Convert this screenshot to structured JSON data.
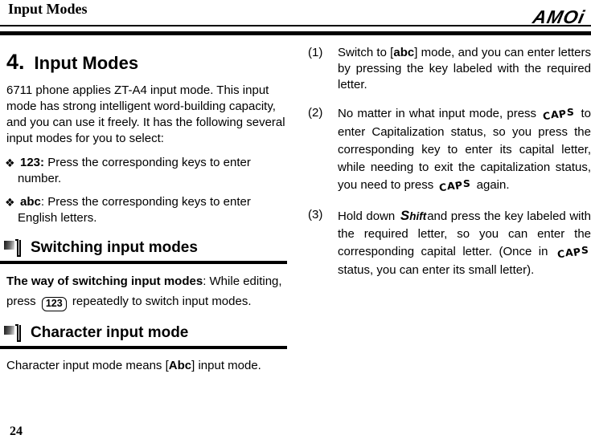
{
  "header": {
    "title": "Input Modes",
    "logo_text": "AMOi"
  },
  "left": {
    "chapter_number": "4.",
    "chapter_title": "Input Modes",
    "intro": "6711 phone applies ZT-A4 input mode. This input mode has strong intelligent word-building capacity, and you can use it freely. It has the following several input modes for you to select:",
    "bullets": [
      {
        "marker": "❖",
        "term": "123:",
        "text": " Press the corresponding keys to enter number."
      },
      {
        "marker": "❖",
        "term": "abc",
        "text": ": Press the corresponding keys to enter English letters."
      }
    ],
    "sections": [
      {
        "title": "Switching input modes"
      },
      {
        "title": "Character input mode"
      }
    ],
    "switching_para": {
      "bold": "The way of switching input modes",
      "mid": ": While editing, press ",
      "tail": " repeatedly to switch input modes."
    },
    "character_para": {
      "lead": "Character input mode means [",
      "bold": "Abc",
      "tail": "] input mode."
    }
  },
  "right": {
    "item1": {
      "num": "(1)",
      "t1": "Switch to [",
      "b1": "abc",
      "t2": "] mode, and you can enter letters by pressing the key labeled with the required letter."
    },
    "item2": {
      "num": "(2)",
      "t1": "No matter in what input mode, press ",
      "t2": " to enter Capitalization status, so you press the corresponding key to enter its capital letter, while needing to exit the capitalization status, you need to press ",
      "t3": " again."
    },
    "item3": {
      "num": "(3)",
      "t1": "Hold down ",
      "t2": "and press the key labeled with the required letter, so you can enter the corresponding capital letter. (Once in ",
      "t3": "status, you can enter its small letter)."
    }
  },
  "icons": {
    "caps_key_label": "CAPS",
    "shift_key_label": "Shift",
    "key_123_label": "123",
    "section_marker": "note-icon"
  },
  "footer": {
    "page_number": "24"
  },
  "colors": {
    "text": "#000000",
    "background": "#ffffff",
    "rule": "#000000"
  }
}
